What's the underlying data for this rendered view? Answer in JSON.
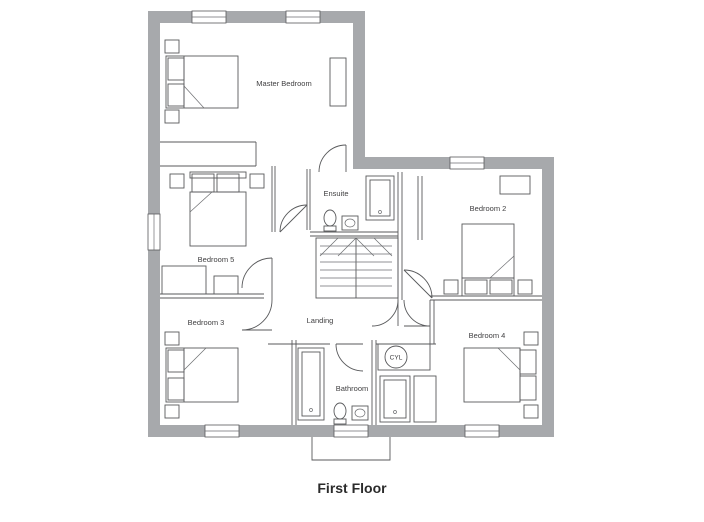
{
  "floor_title": "First Floor",
  "rooms": {
    "master_bedroom": "Master Bedroom",
    "ensuite": "Ensuite",
    "bedroom_2": "Bedroom 2",
    "bedroom_5": "Bedroom 5",
    "bedroom_3": "Bedroom 3",
    "landing": "Landing",
    "bedroom_4": "Bedroom 4",
    "bathroom": "Bathroom"
  },
  "fixtures": {
    "cylinder": "CYL"
  }
}
